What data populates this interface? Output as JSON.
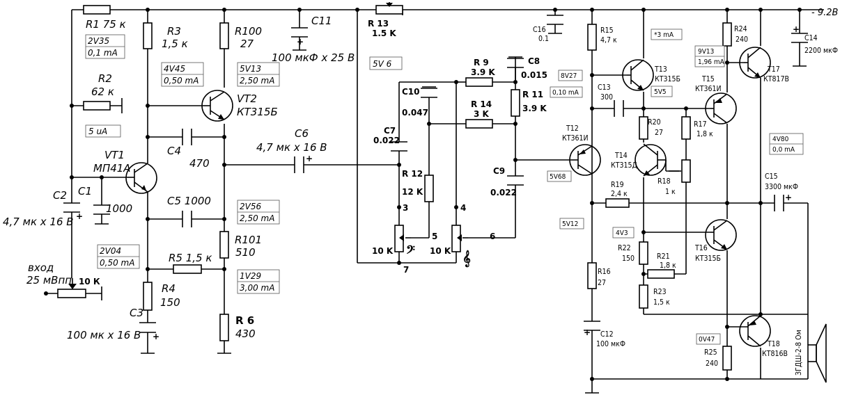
{
  "supply": {
    "label": "- 9.2В"
  },
  "input": {
    "label": "вход",
    "amplitude": "25 мВпп",
    "pot": "10 К"
  },
  "components": {
    "R1": "R1 75 к",
    "R2_name": "R2",
    "R2_val": "62 к",
    "R3_name": "R3",
    "R3_val": "1,5 к",
    "R4_name": "R4",
    "R4_val": "150",
    "R5": "R5 1,5 к",
    "R100_name": "R100",
    "R100_val": "27",
    "R101_name": "R101",
    "R101_val": "510",
    "R6_name": "R 6",
    "R6_val": "430",
    "C1_name": "C1",
    "C1_val": "1000",
    "C2_name": "C2",
    "C2_val": "4,7 мк х 16 В",
    "C3_name": "C3",
    "C3_val": "100 мк х 16 В",
    "C4_name": "C4",
    "C4_val": "470",
    "C5": "C5  1000",
    "C6_name": "C6",
    "C6_val": "4,7 мк х 16 В",
    "C11_name": "C11",
    "C11_val": "100 мкФ х 25 В",
    "VT1_name": "VT1",
    "VT1_type": "МП41А",
    "VT2_name": "VT2",
    "VT2_type": "КТ315Б",
    "R13_name": "R 13",
    "R13_val": "1.5 K",
    "R9_name": "R 9",
    "R9_val": "3.9 K",
    "R11_name": "R 11",
    "R11_val": "3.9 K",
    "R14_name": "R 14",
    "R14_val": "3 K",
    "R12_name": "R 12",
    "R12_val": "12 K",
    "C7_name": "C7",
    "C7_val": "0.022",
    "C8_name": "C8",
    "C8_val": "0.015",
    "C9_name": "C9",
    "C9_val": "0.022",
    "C10_name": "C10",
    "C10_val": "0.047",
    "P_bass": "10 K",
    "P_treble": "10 K",
    "C16_name": "C16",
    "C16_val": "0.1",
    "R15_name": "R15",
    "R15_val": "4,7 к",
    "T13_name": "T13",
    "T13_type": "КТ315Б",
    "C13_name": "C13",
    "C13_val": "300",
    "T12_name": "T12",
    "T12_type": "КТ361И",
    "R20_name": "R20",
    "R20_val": "27",
    "T14_name": "T14",
    "T14_type": "КТ315Д",
    "R17_name": "R17",
    "R17_val": "1,8 к",
    "R18_name": "R18",
    "R18_val": "1 к",
    "R19_name": "R19",
    "R19_val": "2,4 к",
    "R22_name": "R22",
    "R22_val": "150",
    "R21_name": "R21",
    "R21_val": "1,8 к",
    "R23_name": "R23",
    "R23_val": "1,5 к",
    "R16_name": "R16",
    "R16_val": "27",
    "C12_name": "C12",
    "C12_val": "100 мкФ",
    "R24_name": "R24",
    "R24_val": "240",
    "C14_name": "C14",
    "C14_val": "2200 мкФ",
    "T15_name": "T15",
    "T15_type": "КТ361И",
    "T17_name": "T17",
    "T17_type": "КТ817В",
    "C15_name": "C15",
    "C15_val": "3300 мкФ",
    "T16_name": "T16",
    "T16_type": "КТ315Б",
    "R25_name": "R25",
    "R25_val": "240",
    "T18_name": "T18",
    "T18_type": "КТ816В",
    "speaker": "ЗГДШ-2-8 Ом"
  },
  "measurements": {
    "m1a": "2V35",
    "m1b": "0,1 mA",
    "m2": "5 uA",
    "m3a": "4V45",
    "m3b": "0,50 mA",
    "m4a": "5V13",
    "m4b": "2,50 mA",
    "m5a": "2V56",
    "m5b": "2,50 mA",
    "m6a": "2V04",
    "m6b": "0,50 mA",
    "m7a": "1V29",
    "m7b": "3,00 mA",
    "m8": "5V 6",
    "m9": "8V27",
    "m10": "0,10 mA",
    "m11": "*3 mA",
    "m12": "5V5",
    "m13a": "9V13",
    "m13b": "1,96 mA",
    "m14": "5V68",
    "m15a": "4V80",
    "m15b": "0,0 mA",
    "m16": "5V12",
    "m17": "4V3",
    "m18": "0V47"
  },
  "nodes": {
    "n3": "3",
    "n4": "4",
    "n5": "5",
    "n6": "6",
    "n7": "7"
  }
}
